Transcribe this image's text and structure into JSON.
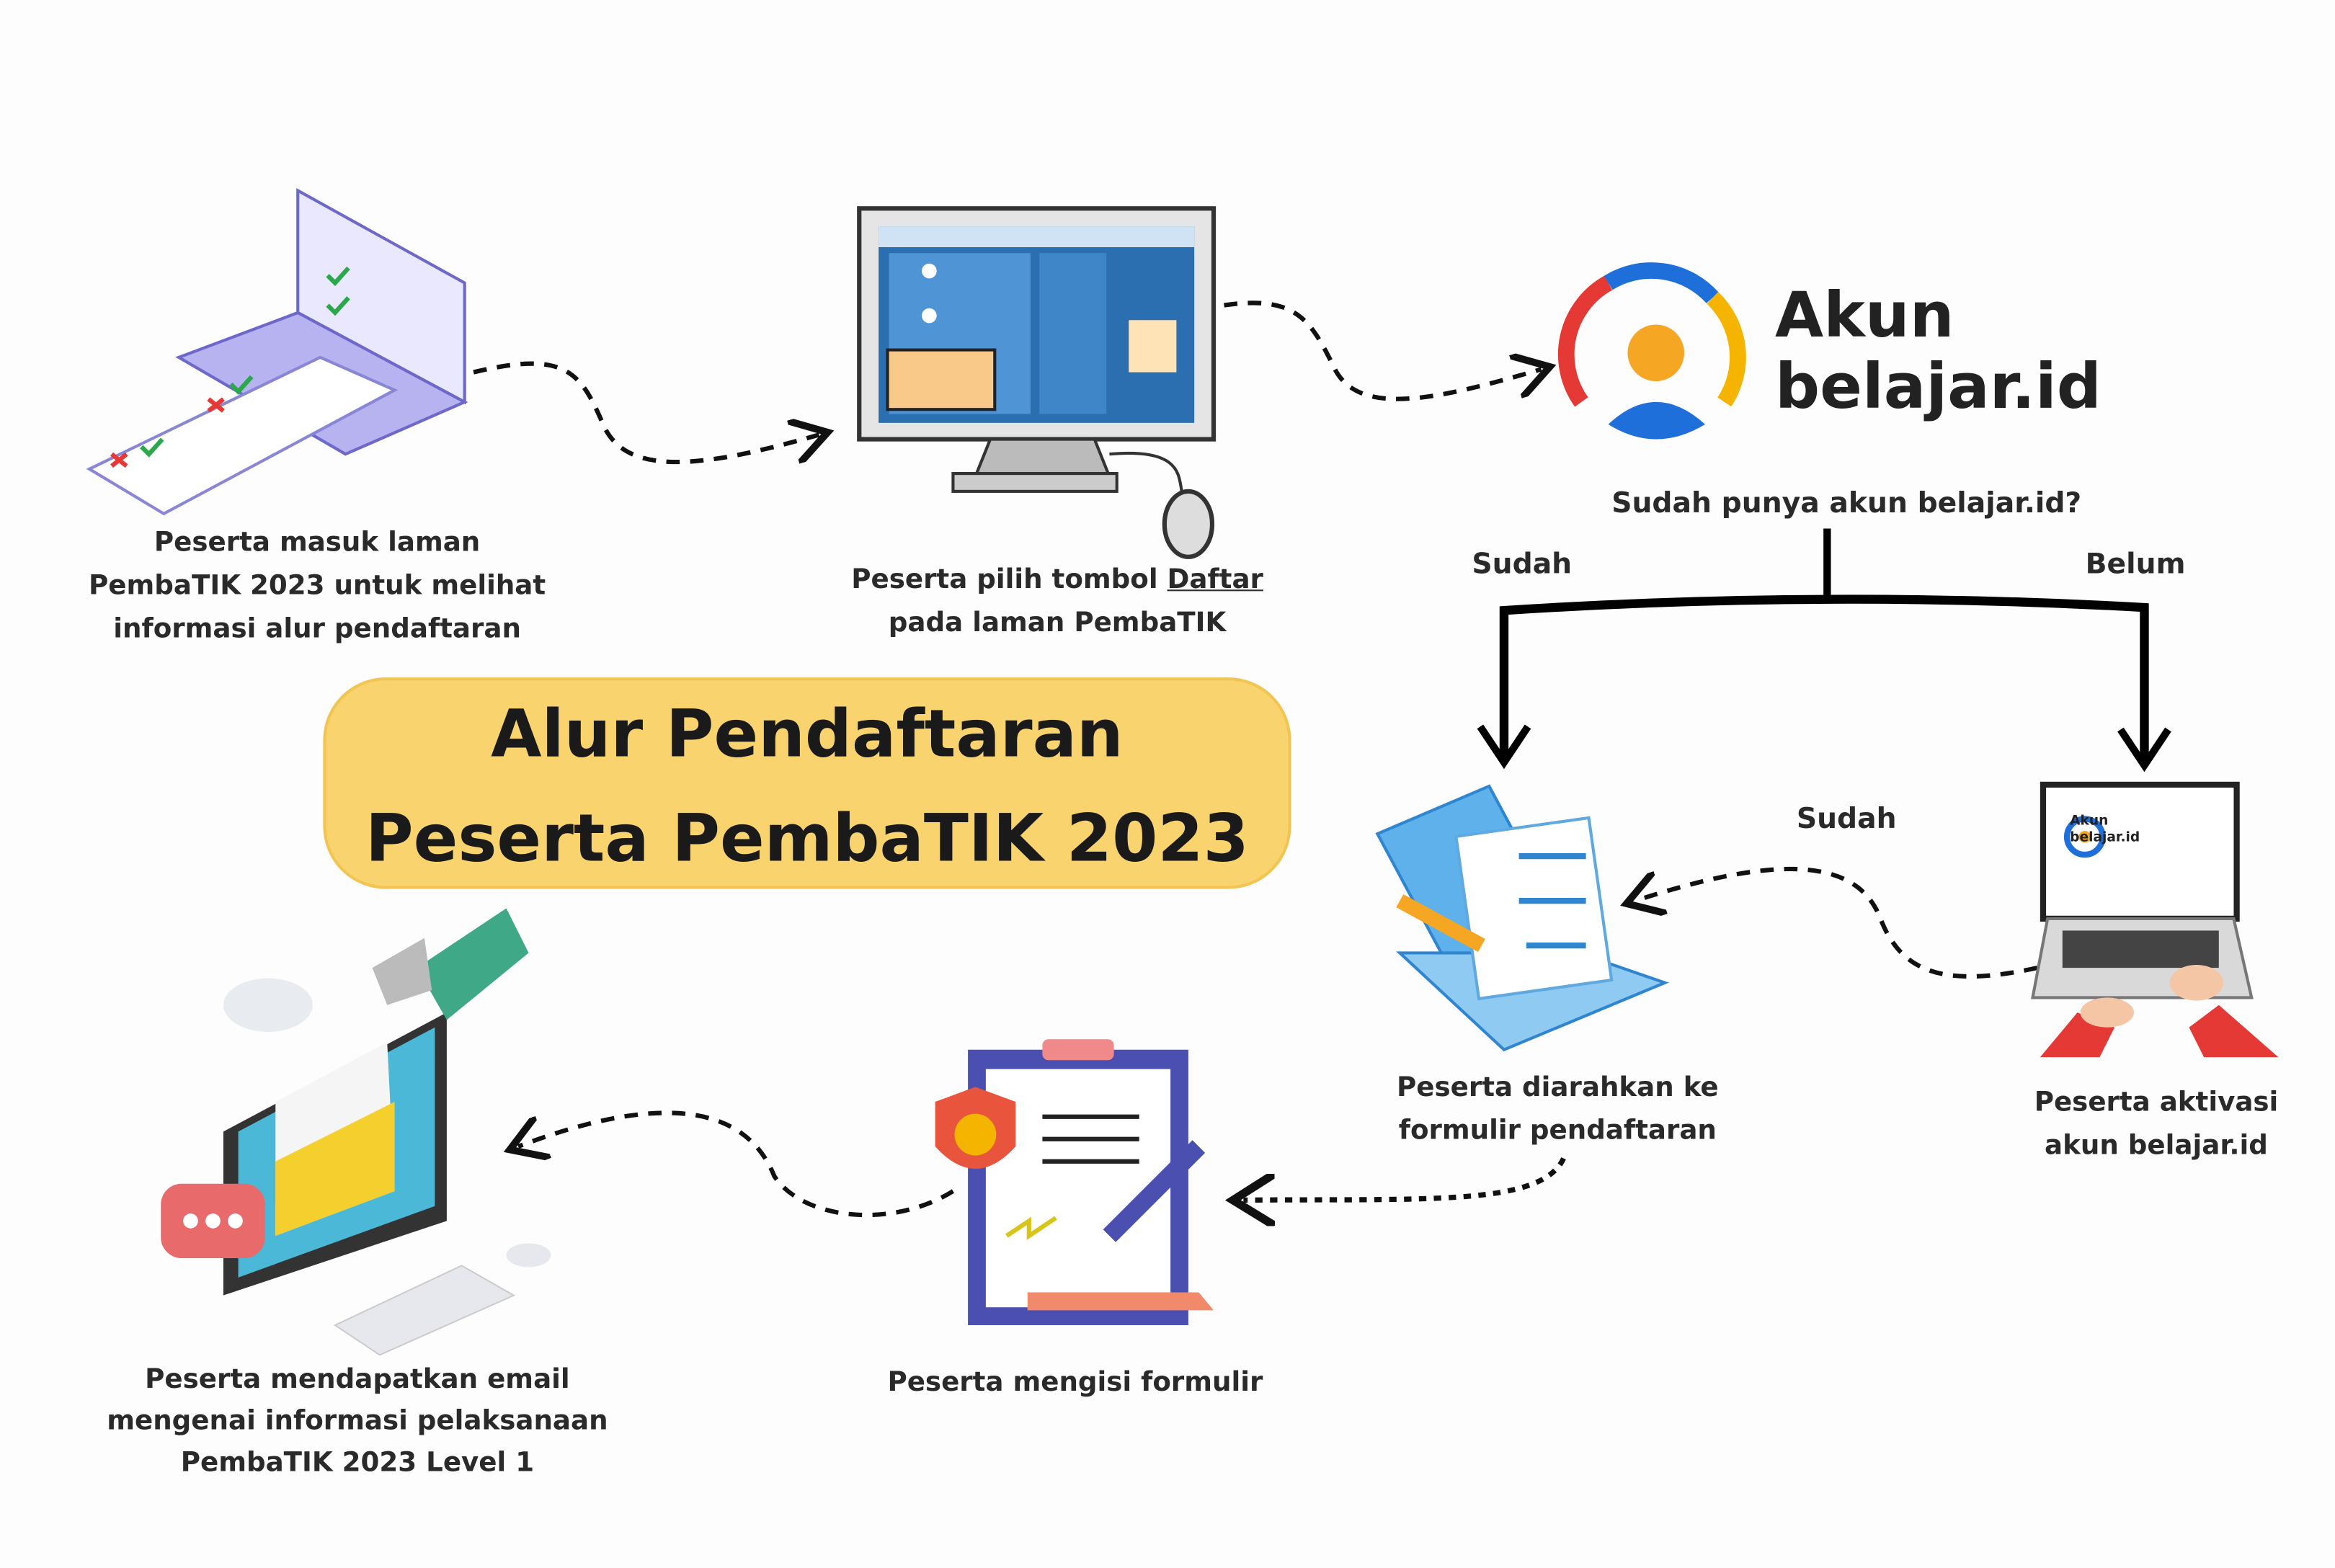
{
  "title": {
    "line1": "Alur Pendaftaran",
    "line2": "Peserta PembaTIK 2023"
  },
  "brand": {
    "line1": "Akun",
    "line2": "belajar.id",
    "screen_text": "Akun belajar.id",
    "colors": [
      "#e53935",
      "#f5b400",
      "#1e6fd9",
      "#f5a623"
    ]
  },
  "question": "Sudah punya akun belajar.id?",
  "branches": {
    "yes": "Sudah",
    "no": "Belum",
    "after_activation": "Sudah"
  },
  "steps": [
    {
      "lines": [
        "Peserta masuk laman",
        "PembaTIK 2023 untuk melihat",
        "informasi alur pendaftaran"
      ],
      "icon": "laptop-checklist-icon"
    },
    {
      "line1_prefix": "Peserta pilih tombol ",
      "line1_link": "Daftar",
      "line2": "pada laman PembaTIK",
      "icon": "desktop-computer-icon"
    },
    {
      "lines": [
        "Peserta diarahkan ke",
        "formulir pendaftaran"
      ],
      "icon": "laptop-form-icon"
    },
    {
      "lines": [
        "Peserta aktivasi",
        "akun belajar.id"
      ],
      "icon": "laptop-typing-icon"
    },
    {
      "lines": [
        "Peserta mengisi formulir"
      ],
      "icon": "clipboard-form-icon"
    },
    {
      "lines": [
        "Peserta mendapatkan email",
        "mengenai informasi pelaksanaan",
        "PembaTIK 2023 Level 1"
      ],
      "icon": "computer-email-icon"
    }
  ],
  "colors": {
    "title_fill": "#f9d46e",
    "arrow": "#111111"
  }
}
